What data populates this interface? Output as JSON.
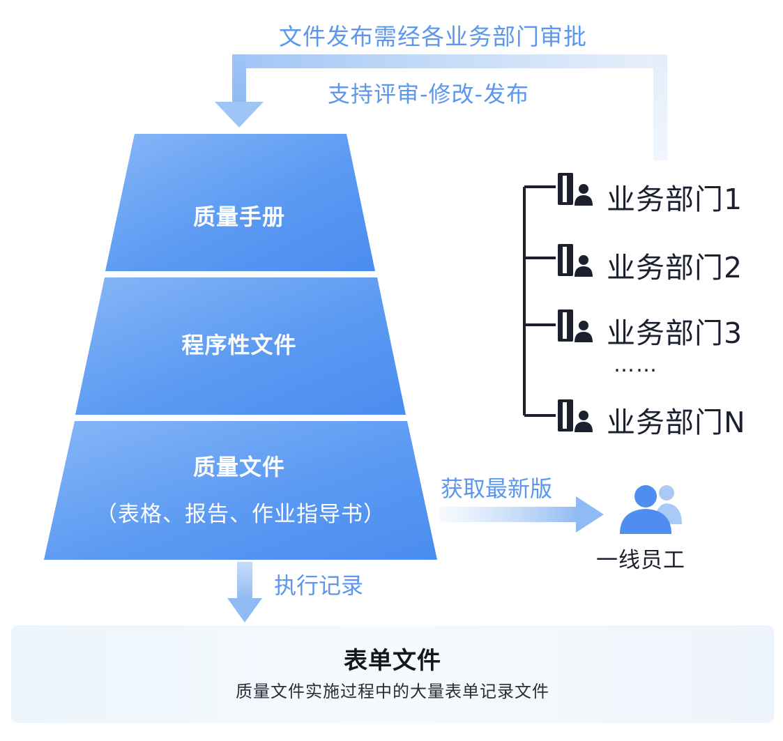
{
  "top_flow": {
    "approval_label": "文件发布需经各业务部门审批",
    "cycle_label": "支持评审-修改-发布"
  },
  "pyramid": {
    "tier1": "质量手册",
    "tier2": "程序性文件",
    "tier3_title": "质量文件",
    "tier3_sub": "（表格、报告、作业指导书）"
  },
  "departments": [
    "业务部门1",
    "业务部门2",
    "业务部门3",
    "业务部门N"
  ],
  "departments_ellipsis": "……",
  "distribution": {
    "get_latest_label": "获取最新版",
    "employee_label": "一线员工"
  },
  "execution": {
    "label": "执行记录"
  },
  "form_section": {
    "title": "表单文件",
    "description": "质量文件实施过程中的大量表单记录文件"
  },
  "colors": {
    "accent": "#5b97ec",
    "tier_top": "#7fb1f6",
    "tier_bottom": "#4f8ef0",
    "text_dark": "#1b1f2e"
  },
  "icons": {
    "department": "department-user-icon",
    "employee": "group-users-icon"
  }
}
